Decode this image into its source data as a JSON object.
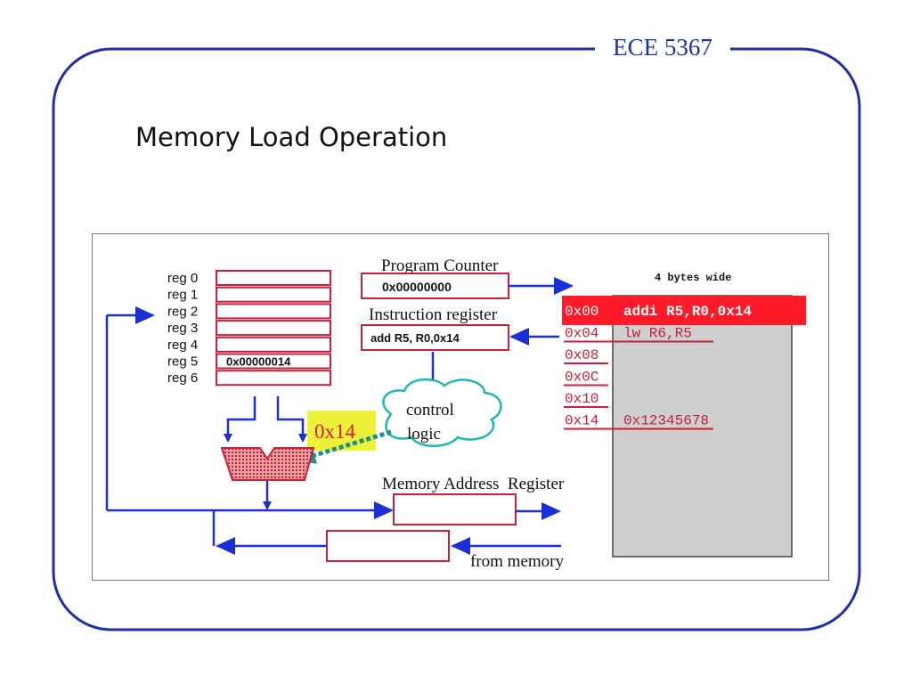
{
  "header": {
    "course": "ECE 5367"
  },
  "slide": {
    "title": "Memory Load Operation"
  },
  "diagram": {
    "register_file": {
      "labels": [
        "reg 0",
        "reg 1",
        "reg 2",
        "reg 3",
        "reg 4",
        "reg 5",
        "reg 6"
      ],
      "values": [
        "",
        "",
        "",
        "",
        "",
        "0x00000014",
        ""
      ]
    },
    "program_counter": {
      "label": "Program Counter",
      "value": "0x00000000"
    },
    "instruction_register": {
      "label": "Instruction register",
      "value": "add R5, R0,0x14"
    },
    "control_logic": {
      "line1": "control",
      "line2": "logic"
    },
    "immediate": "0x14",
    "mar": {
      "label": "Memory Address  Register"
    },
    "from_memory": "from memory",
    "memory": {
      "width_label": "4 bytes wide",
      "rows": [
        {
          "address": "0x00",
          "content": "addi R5,R0,0x14"
        },
        {
          "address": "0x04",
          "content": "lw R6,R5"
        },
        {
          "address": "0x08",
          "content": ""
        },
        {
          "address": "0x0C",
          "content": ""
        },
        {
          "address": "0x10",
          "content": ""
        },
        {
          "address": "0x14",
          "content": "0x12345678"
        }
      ]
    },
    "colors": {
      "register_border": "#c4213a",
      "arrow": "#1a2fd6",
      "memory_highlight": "#ff1a2a",
      "memory_bg": "#cfcfcf",
      "cloud": "#1fb8b0",
      "immediate_bg": "#ecf23a",
      "immediate_text": "#e0182a",
      "alu_fill": "#d96b6b"
    }
  }
}
